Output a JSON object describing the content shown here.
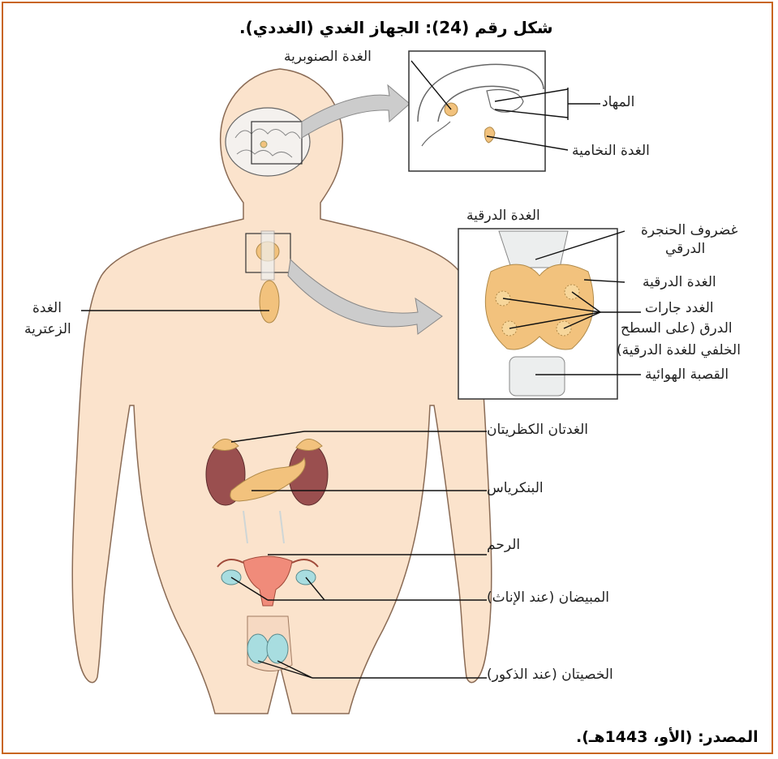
{
  "title": "شكل رقم (24): الجهاز الغدي (الغددي).",
  "source": "المصدر: (الأو، 1443هـ).",
  "labels": {
    "pineal": "الغدة الصنوبرية",
    "thalamus": "المهاد",
    "pituitary": "الغدة النخامية",
    "thyroid_box_title": "الغدة الدرقية",
    "thyroid_cartilage_1": "غضروف الحنجرة",
    "thyroid_cartilage_2": "الدرقي",
    "thyroid": "الغدة الدرقية",
    "parathyroid_1": "الغدد جارات",
    "parathyroid_2": "الدرق (على السطح",
    "parathyroid_3": "الخلفي للغدة الدرقية)",
    "trachea": "القصبة الهوائية",
    "thymus_1": "الغدة",
    "thymus_2": "الزعترية",
    "adrenal": "الغدتان الكظريتان",
    "pancreas": "البنكرياس",
    "uterus": "الرحم",
    "ovaries": "المبيضان (عند الإناث)",
    "testes": "الخصيتان (عند الذكور)"
  },
  "colors": {
    "frame": "#c8651f",
    "skin": "#fbe3cc",
    "gland": "#f2c27d",
    "kidney": "#9a4f4f",
    "uterus": "#f08b7a",
    "ovary": "#a8dde0"
  }
}
